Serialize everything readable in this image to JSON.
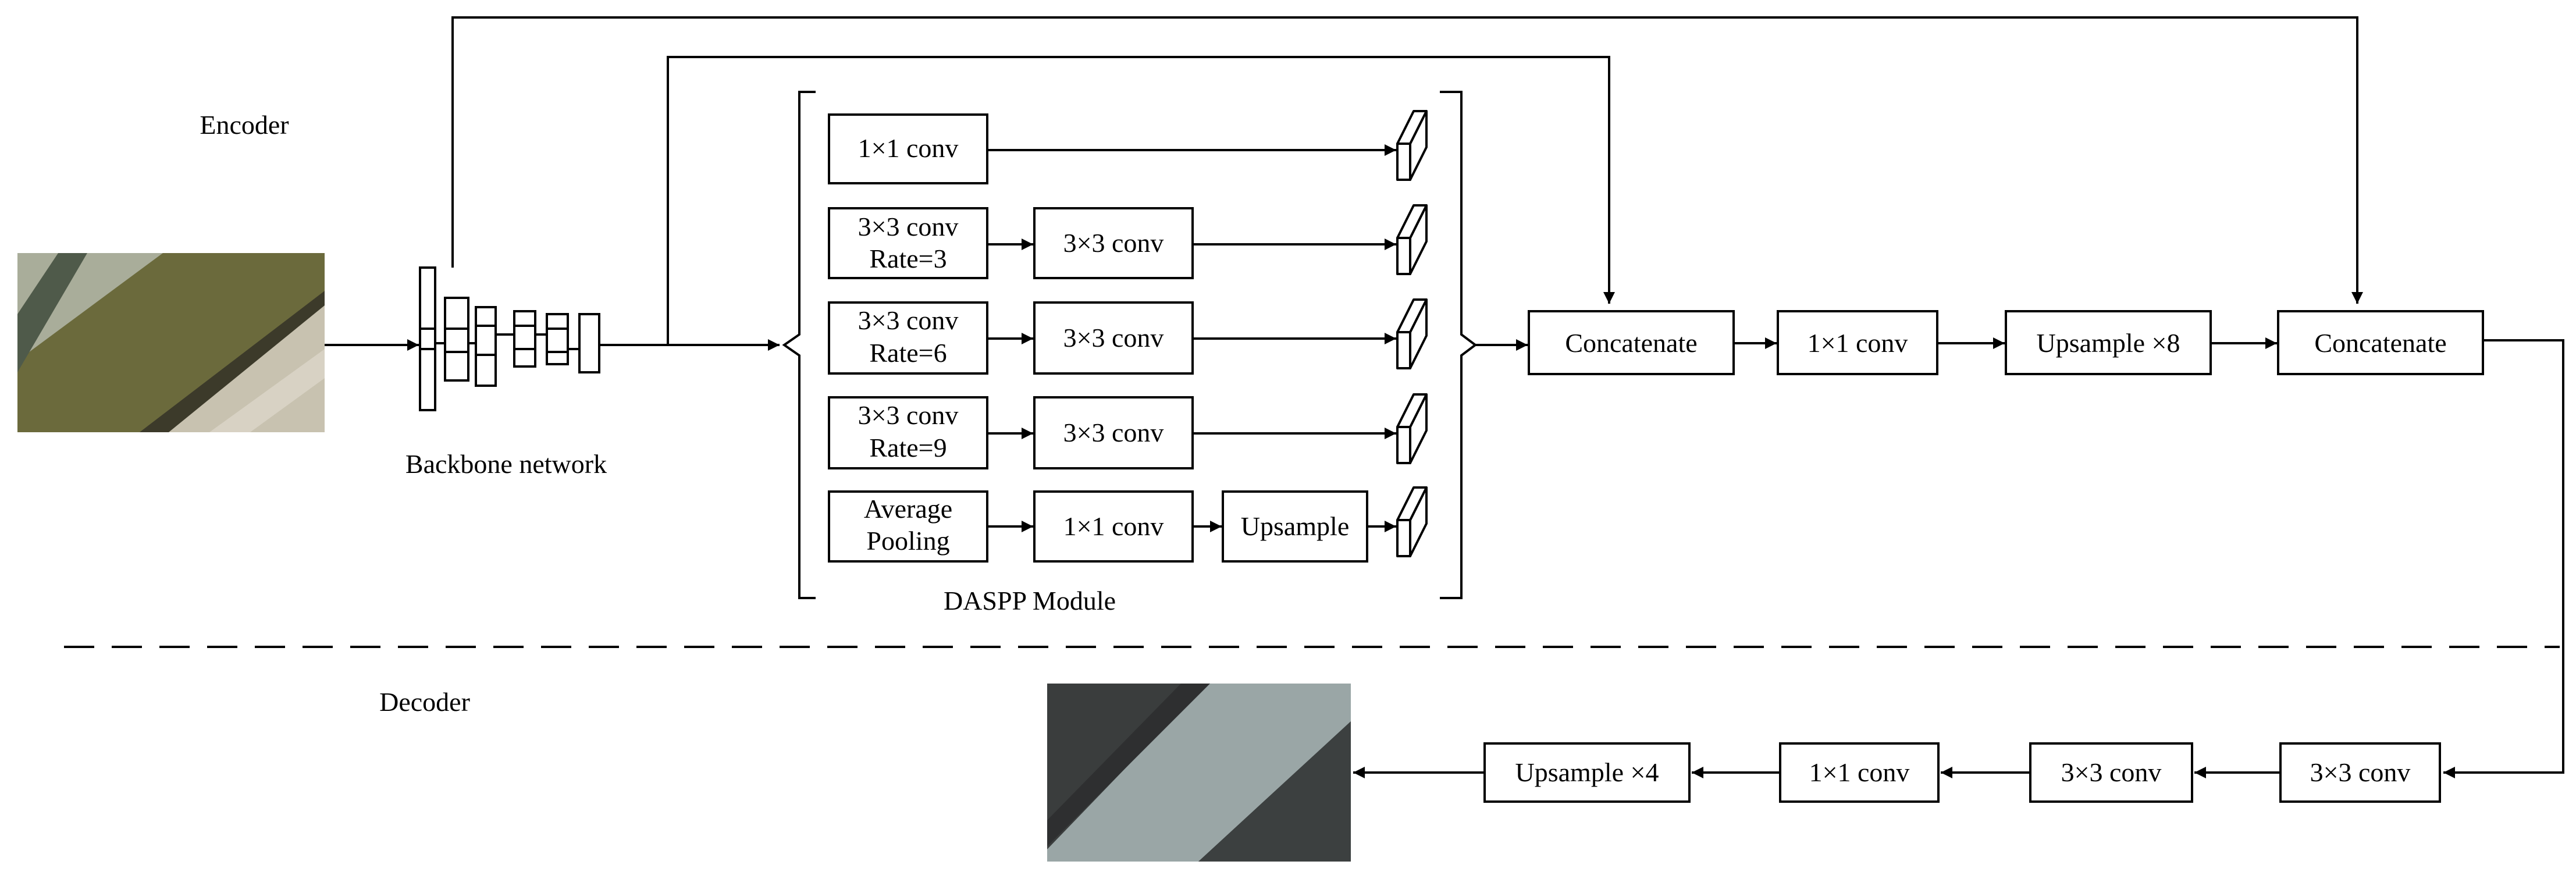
{
  "sections": {
    "encoder": "Encoder",
    "decoder": "Decoder"
  },
  "backbone": {
    "label": "Backbone network"
  },
  "daspp": {
    "label": "DASPP Module",
    "branches": [
      {
        "first_line1": "1×1 conv",
        "first_line2": ""
      },
      {
        "first_line1": "3×3 conv",
        "first_line2": "Rate=3",
        "second": "3×3 conv"
      },
      {
        "first_line1": "3×3 conv",
        "first_line2": "Rate=6",
        "second": "3×3 conv"
      },
      {
        "first_line1": "3×3 conv",
        "first_line2": "Rate=9",
        "second": "3×3 conv"
      },
      {
        "first_line1": "Average",
        "first_line2": "Pooling",
        "second": "1×1 conv",
        "third": "Upsample"
      }
    ]
  },
  "encoder_path": {
    "concat1": "Concatenate",
    "conv1x1": "1×1 conv",
    "upsample8": "Upsample ×8",
    "concat2": "Concatenate"
  },
  "decoder_path": {
    "conv3x3_a": "3×3 conv",
    "conv3x3_b": "3×3 conv",
    "conv1x1": "1×1 conv",
    "upsample4": "Upsample ×4"
  },
  "colors": {
    "line": "#000000",
    "input_field": "#6b6a3c",
    "input_light": "#c8c2b0",
    "output_dark": "#3a3d3d",
    "output_road": "#9aa6a6"
  }
}
